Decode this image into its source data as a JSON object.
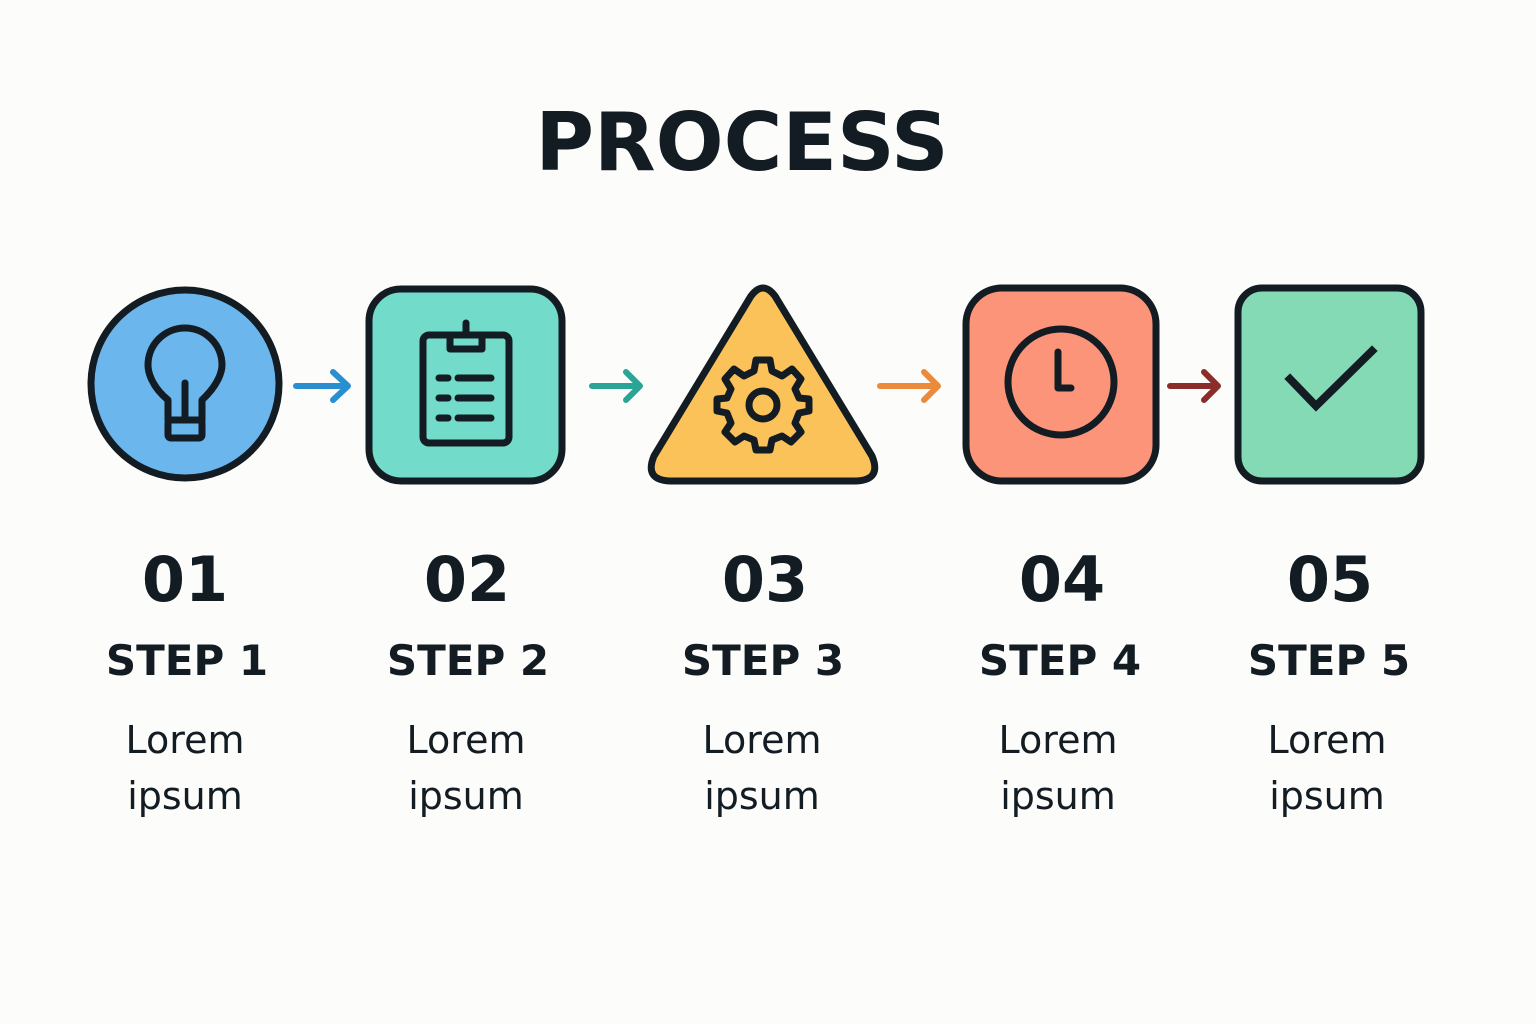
{
  "title": "PROCESS",
  "colors": {
    "outline": "#131c22",
    "step1": "#6cb6ee",
    "step2": "#72dbc9",
    "step3": "#fbc25a",
    "step4": "#fb9478",
    "step5": "#84dab4",
    "arrow1": "#2a8fd0",
    "arrow2": "#2aa595",
    "arrow3": "#ea8a3a",
    "arrow4": "#8b2d2a"
  },
  "steps": [
    {
      "number": "01",
      "label": "STEP 1",
      "line1": "Lorem",
      "line2": "ipsum",
      "icon": "lightbulb-icon"
    },
    {
      "number": "02",
      "label": "STEP 2",
      "line1": "Lorem",
      "line2": "ipsum",
      "icon": "clipboard-icon"
    },
    {
      "number": "03",
      "label": "STEP 3",
      "line1": "Lorem",
      "line2": "ipsum",
      "icon": "gear-icon"
    },
    {
      "number": "04",
      "label": "STEP 4",
      "line1": "Lorem",
      "line2": "ipsum",
      "icon": "clock-icon"
    },
    {
      "number": "05",
      "label": "STEP 5",
      "line1": "Lorem",
      "line2": "ipsum",
      "icon": "checkmark-icon"
    }
  ]
}
